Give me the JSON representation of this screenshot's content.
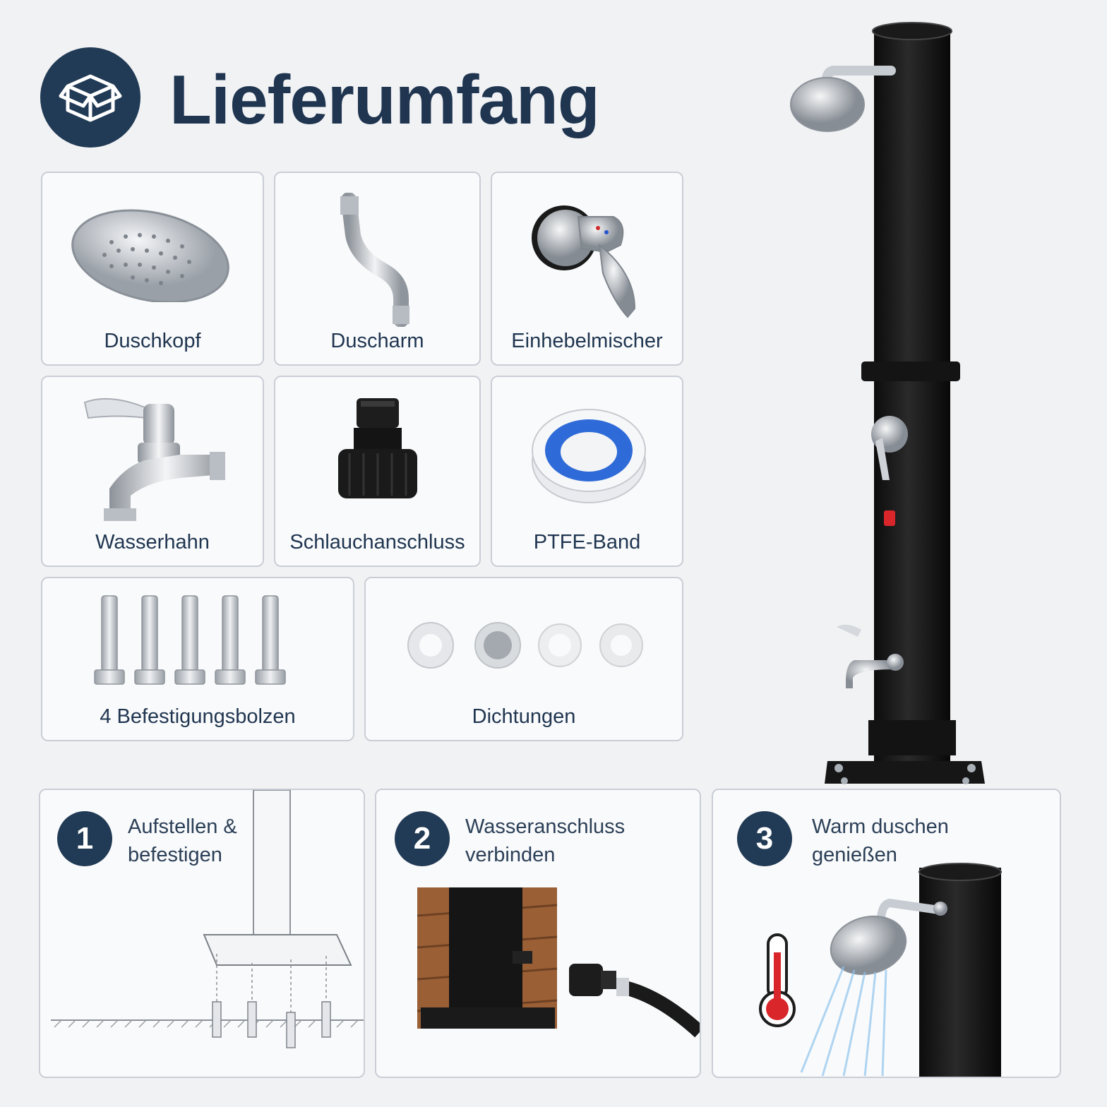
{
  "header": {
    "title": "Lieferumfang",
    "badge_icon": "open-box-icon"
  },
  "items": [
    {
      "label": "Duschkopf",
      "icon": "shower-head-icon"
    },
    {
      "label": "Duscharm",
      "icon": "shower-arm-icon"
    },
    {
      "label": "Einhebelmischer",
      "icon": "single-lever-mixer-icon"
    },
    {
      "label": "Wasserhahn",
      "icon": "water-tap-icon"
    },
    {
      "label": "Schlauchanschluss",
      "icon": "hose-connector-icon"
    },
    {
      "label": "PTFE-Band",
      "icon": "ptfe-tape-icon"
    },
    {
      "label": "4 Befestigungsbolzen",
      "icon": "bolts-icon"
    },
    {
      "label": "Dichtungen",
      "icon": "gaskets-icon"
    }
  ],
  "steps": [
    {
      "number": "1",
      "text": "Aufstellen &\nbefestigen",
      "icon": "mounting-diagram-icon"
    },
    {
      "number": "2",
      "text": "Wasseranschluss\nverbinden",
      "icon": "hose-connection-icon"
    },
    {
      "number": "3",
      "text": "Warm duschen\ngenießen",
      "icon": "thermometer-icon"
    }
  ],
  "colors": {
    "navy": "#213a55",
    "black": "#141414",
    "chrome": "#c8ccd2",
    "blue": "#2f6bd8"
  }
}
